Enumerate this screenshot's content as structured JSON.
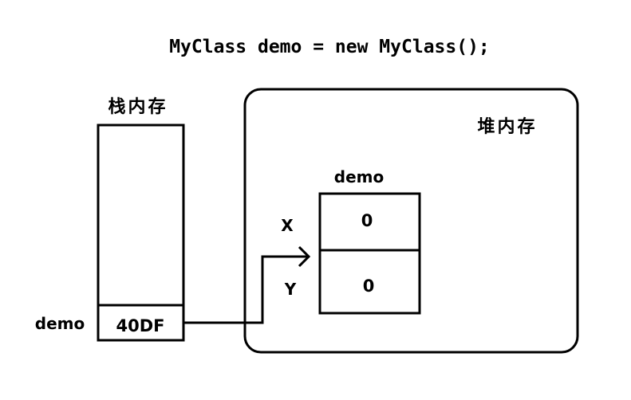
{
  "code_line": "MyClass demo = new MyClass();",
  "stack": {
    "title": "栈内存",
    "var_name": "demo",
    "var_value": "40DF"
  },
  "heap": {
    "title": "堆内存",
    "object_name": "demo",
    "fields": [
      {
        "name": "X",
        "value": "0"
      },
      {
        "name": "Y",
        "value": "0"
      }
    ]
  },
  "colors": {
    "stroke": "#000000",
    "background": "#ffffff"
  }
}
